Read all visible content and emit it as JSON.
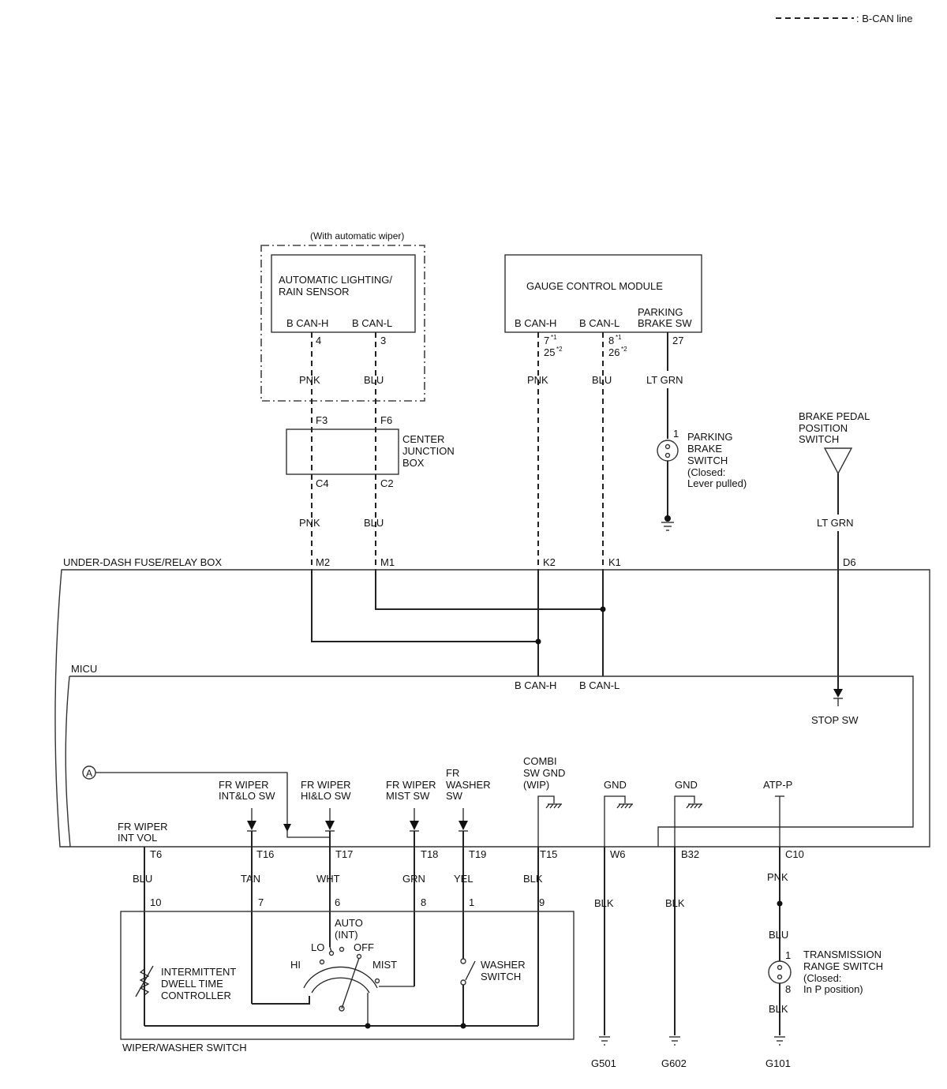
{
  "legend": {
    "label": ": B-CAN line"
  },
  "auto_wiper": {
    "note": "(With automatic wiper)",
    "sensor_line1": "AUTOMATIC LIGHTING/",
    "sensor_line2": "RAIN SENSOR",
    "pin_label_h": "B CAN-H",
    "pin_label_l": "B CAN-L",
    "pin_h": "4",
    "pin_l": "3",
    "wire_h": "PNK",
    "wire_l": "BLU"
  },
  "gauge": {
    "title": "GAUGE CONTROL MODULE",
    "pin_label_h": "B CAN-H",
    "pin_label_l": "B CAN-L",
    "pb_label1": "PARKING",
    "pb_label2": "BRAKE SW",
    "pin_h_1": "7",
    "pin_h_2": "25",
    "pin_l_1": "8",
    "pin_l_2": "26",
    "sup1": "*1",
    "sup2": "*2",
    "pin_pb": "27",
    "wire_h": "PNK",
    "wire_l": "BLU",
    "wire_pb": "LT GRN"
  },
  "parking_brake_switch": {
    "pin": "1",
    "line1": "PARKING",
    "line2": "BRAKE",
    "line3": "SWITCH",
    "line4": "(Closed:",
    "line5": "Lever pulled)"
  },
  "junction_box": {
    "line1": "CENTER",
    "line2": "JUNCTION",
    "line3": "BOX",
    "pin_f3": "F3",
    "pin_f6": "F6",
    "pin_c4": "C4",
    "pin_c2": "C2",
    "wire_h": "PNK",
    "wire_l": "BLU"
  },
  "brake_pedal": {
    "line1": "BRAKE PEDAL",
    "line2": "POSITION",
    "line3": "SWITCH",
    "wire": "LT GRN"
  },
  "fuse_box": {
    "title": "UNDER-DASH FUSE/RELAY BOX",
    "pin_m2": "M2",
    "pin_m1": "M1",
    "pin_k2": "K2",
    "pin_k1": "K1",
    "pin_d6": "D6"
  },
  "micu": {
    "title": "MICU",
    "can_h": "B CAN-H",
    "can_l": "B CAN-L",
    "stop_sw": "STOP SW",
    "connector_a": "A",
    "int_vol_1": "FR WIPER",
    "int_vol_2": "INT VOL",
    "intlo_1": "FR WIPER",
    "intlo_2": "INT&LO SW",
    "hilo_1": "FR WIPER",
    "hilo_2": "HI&LO SW",
    "mist_1": "FR WIPER",
    "mist_2": "MIST SW",
    "washer_1": "FR",
    "washer_2": "WASHER",
    "washer_3": "SW",
    "combi_1": "COMBI",
    "combi_2": "SW GND",
    "combi_3": "(WIP)",
    "gnd_1": "GND",
    "gnd_2": "GND",
    "atp": "ATP-P"
  },
  "micu_pins": {
    "t6": "T6",
    "t16": "T16",
    "t17": "T17",
    "t18": "T18",
    "t19": "T19",
    "t15": "T15",
    "w6": "W6",
    "b32": "B32",
    "c10": "C10"
  },
  "wires_bottom": {
    "t6": "BLU",
    "t16": "TAN",
    "t17": "WHT",
    "t18": "GRN",
    "t19": "YEL",
    "t15": "BLK",
    "w6": "BLK",
    "b32": "BLK",
    "c10_top": "PNK",
    "c10_mid": "BLU",
    "c10_bot": "BLK"
  },
  "wiper_switch": {
    "title": "WIPER/WASHER SWITCH",
    "pin_10": "10",
    "pin_7": "7",
    "pin_6": "6",
    "pin_8": "8",
    "pin_1": "1",
    "pin_9": "9",
    "auto": "AUTO",
    "int": "(INT)",
    "lo": "LO",
    "off": "OFF",
    "hi": "HI",
    "mist": "MIST",
    "controller_1": "INTERMITTENT",
    "controller_2": "DWELL TIME",
    "controller_3": "CONTROLLER",
    "washer_1": "WASHER",
    "washer_2": "SWITCH"
  },
  "trans_range": {
    "pin_1": "1",
    "pin_8": "8",
    "line1": "TRANSMISSION",
    "line2": "RANGE SWITCH",
    "line3": "(Closed:",
    "line4": "In P position)"
  },
  "grounds": {
    "g501": "G501",
    "g602": "G602",
    "g101": "G101"
  }
}
